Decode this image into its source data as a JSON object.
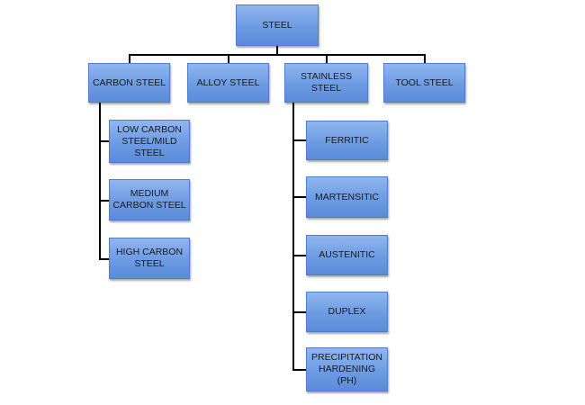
{
  "diagram": {
    "root": {
      "label": "STEEL"
    },
    "categories": [
      {
        "label": "CARBON STEEL"
      },
      {
        "label": "ALLOY STEEL"
      },
      {
        "label": "STAINLESS STEEL"
      },
      {
        "label": "TOOL STEEL"
      }
    ],
    "carbon_steel_types": [
      {
        "label": "LOW CARBON STEEL/MILD STEEL"
      },
      {
        "label": "MEDIUM CARBON STEEL"
      },
      {
        "label": "HIGH CARBON STEEL"
      }
    ],
    "stainless_steel_types": [
      {
        "label": "FERRITIC"
      },
      {
        "label": "MARTENSITIC"
      },
      {
        "label": "AUSTENITIC"
      },
      {
        "label": "DUPLEX"
      },
      {
        "label": "PRECIPITATION HARDENING (PH)"
      }
    ],
    "colors": {
      "box_fill_top": "#8fb6ee",
      "box_fill_bottom": "#5b8bd9",
      "box_border": "#4f7fcc",
      "connector": "#000000",
      "text": "#1a1a1a"
    }
  }
}
